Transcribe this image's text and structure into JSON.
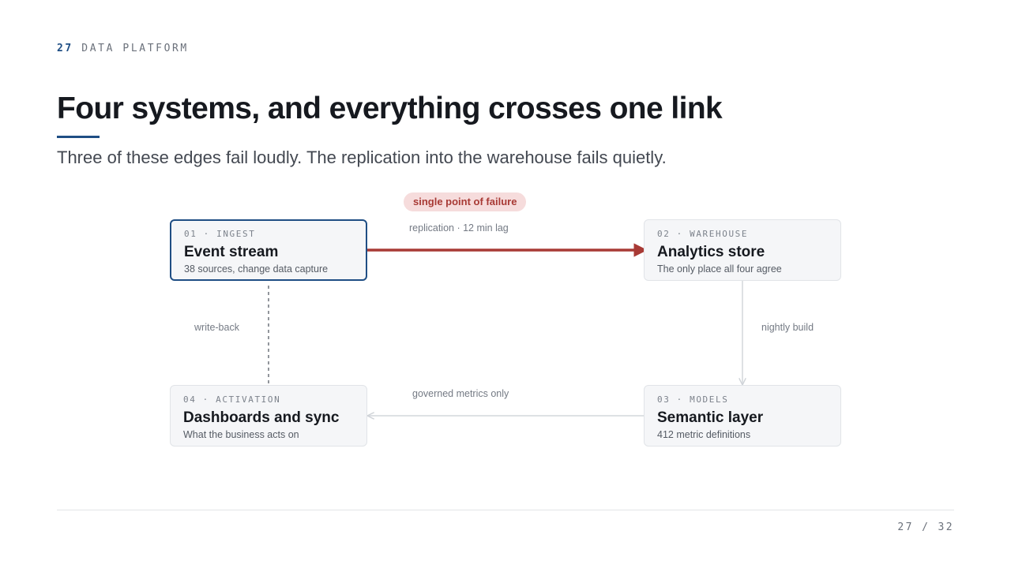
{
  "header": {
    "section_number": "27",
    "section_name": "DATA PLATFORM",
    "title": "Four systems, and everything crosses one link",
    "subtitle": "Three of these edges fail loudly. The replication into the warehouse fails quietly."
  },
  "diagram": {
    "nodes": [
      {
        "tag": "01 · INGEST",
        "name": "Event stream",
        "desc": "38 sources, change data capture"
      },
      {
        "tag": "02 · WAREHOUSE",
        "name": "Analytics store",
        "desc": "The only place all four agree"
      },
      {
        "tag": "03 · MODELS",
        "name": "Semantic layer",
        "desc": "412 metric definitions"
      },
      {
        "tag": "04 · ACTIVATION",
        "name": "Dashboards and sync",
        "desc": "What the business acts on"
      }
    ],
    "edges": {
      "replication": "replication · 12 min lag",
      "nightly": "nightly build",
      "governed": "governed metrics only",
      "writeback": "write-back"
    },
    "badge": "single point of failure"
  },
  "colors": {
    "accent": "#1f4e84",
    "critical": "#a83a35",
    "muted_edge": "#d4d7dc"
  },
  "footer": {
    "page": "27 / 32"
  }
}
